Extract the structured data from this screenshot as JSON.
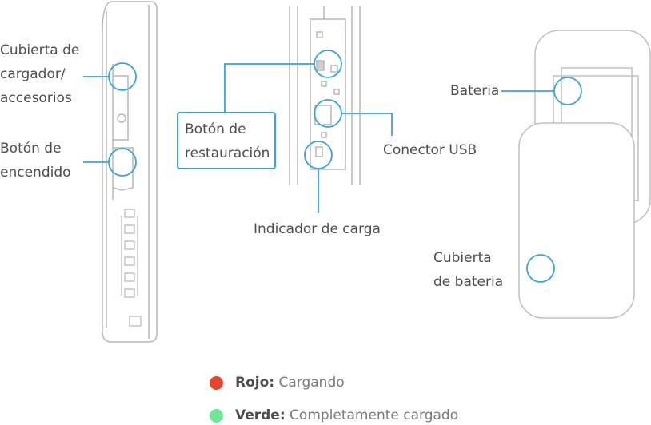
{
  "labels": {
    "charger_cover": [
      "Cubierta de",
      "cargador/",
      "accesorios"
    ],
    "power_button": [
      "Botón de",
      "encendido"
    ],
    "reset_button": [
      "Botón de",
      "restauración"
    ],
    "usb_connector": "Conector USB",
    "charge_indicator": "Indicador de carga",
    "battery": "Bateria",
    "battery_cover": [
      "Cubierta",
      "de bateria"
    ]
  },
  "legend": [
    {
      "key": "Rojo:",
      "value": "Cargando",
      "color": "#e8452c"
    },
    {
      "key": "Verde:",
      "value": "Completamente cargado",
      "color": "#6fe895"
    }
  ],
  "colors": {
    "callout": "#3aa2d8",
    "outline": "#b3b3b3",
    "text": "#4d4d4d"
  }
}
